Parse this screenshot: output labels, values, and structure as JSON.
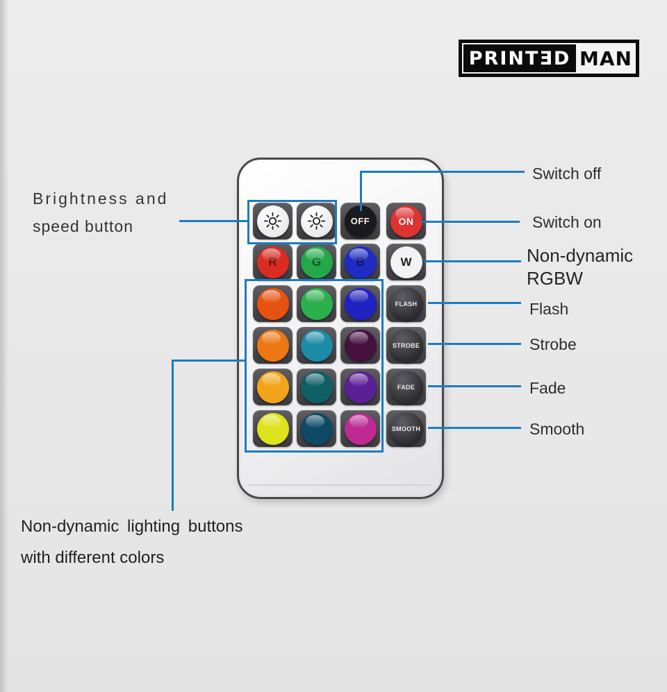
{
  "logo": {
    "brand_left": "PRINTƎD",
    "brand_right": "MAN"
  },
  "annotations": {
    "brightness_line1": "Brightness and",
    "brightness_line2": "speed button",
    "switch_off": "Switch off",
    "switch_on": "Switch on",
    "rgbw_line1": "Non-dynamic",
    "rgbw_line2": "RGBW",
    "flash": "Flash",
    "strobe": "Strobe",
    "fade": "Fade",
    "smooth": "Smooth",
    "colors_line1": "Non-dynamic lighting buttons",
    "colors_line2": "with different colors"
  },
  "remote": {
    "off_label": "OFF",
    "off_color": "#1a1a1d",
    "on_label": "ON",
    "on_color": "#df3232",
    "rgbw": [
      {
        "label": "R",
        "name": "red",
        "color": "#d92c22"
      },
      {
        "label": "G",
        "name": "green",
        "color": "#23a94b"
      },
      {
        "label": "B",
        "name": "blue",
        "color": "#1f2cc4"
      },
      {
        "label": "W",
        "name": "white",
        "color": "#f3f3f5"
      }
    ],
    "modes": [
      "FLASH",
      "STROBE",
      "FADE",
      "SMOOTH"
    ],
    "color_grid": [
      [
        {
          "name": "orange-red",
          "color": "#e65311"
        },
        {
          "name": "green",
          "color": "#2cb04d"
        },
        {
          "name": "royal-blue",
          "color": "#2023c0"
        }
      ],
      [
        {
          "name": "orange",
          "color": "#ed7713"
        },
        {
          "name": "teal",
          "color": "#1b8ba6"
        },
        {
          "name": "dark-plum",
          "color": "#46103f"
        }
      ],
      [
        {
          "name": "amber",
          "color": "#f2a51a"
        },
        {
          "name": "dark-teal",
          "color": "#0e5f66"
        },
        {
          "name": "violet",
          "color": "#5b1f96"
        }
      ],
      [
        {
          "name": "yellow",
          "color": "#dde31c"
        },
        {
          "name": "deep-teal",
          "color": "#0d4a66"
        },
        {
          "name": "magenta",
          "color": "#bd2a92"
        }
      ]
    ]
  },
  "colors": {
    "annotation_blue": "#1b7cc0"
  }
}
